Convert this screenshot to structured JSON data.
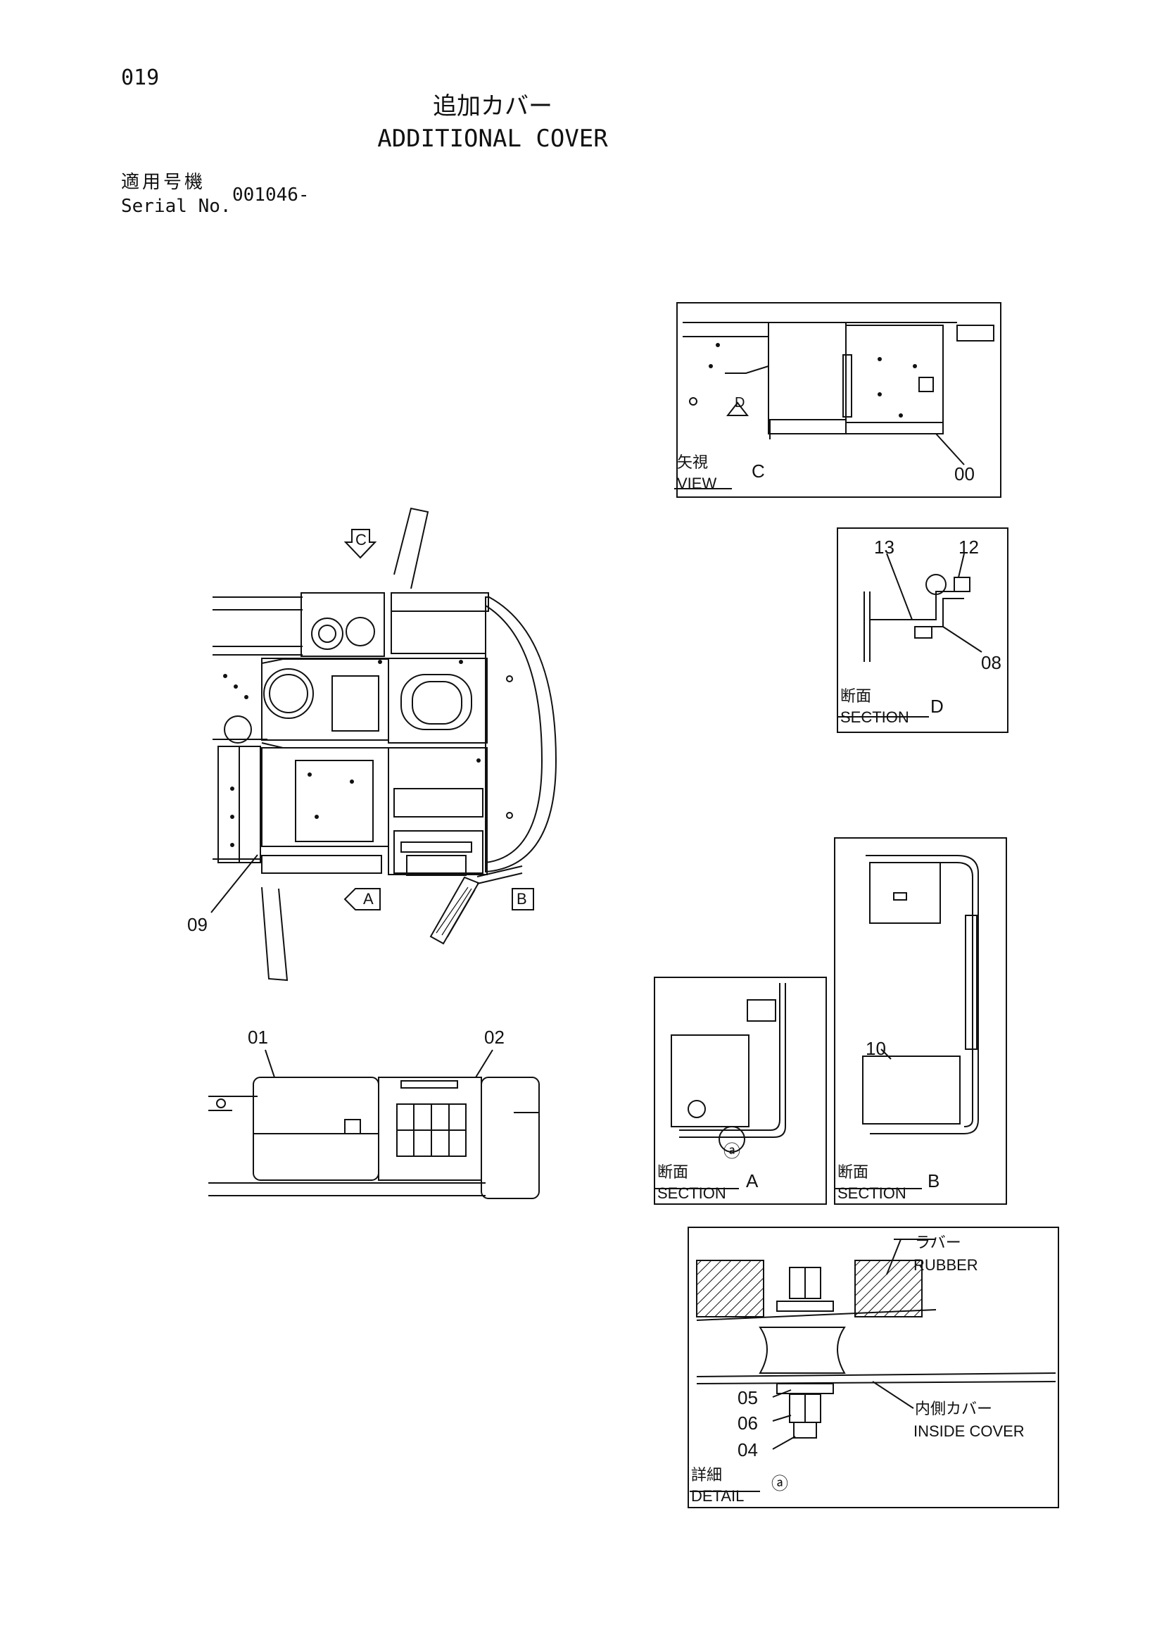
{
  "header": {
    "page_number": "019",
    "title_jp": "追加カバー",
    "title_en": "ADDITIONAL COVER",
    "serial_label_jp": "適用号機",
    "serial_label_en": "Serial No.",
    "serial_value": "001046-"
  },
  "main_view": {
    "view_marker_c": "C",
    "section_marker_a": "A",
    "section_marker_b": "B",
    "part_09": "09"
  },
  "side_view": {
    "part_01": "01",
    "part_02": "02"
  },
  "view_c": {
    "caption_jp": "矢視",
    "caption_en": "VIEW",
    "letter": "C",
    "section_marker_d": "D",
    "part_00": "00"
  },
  "section_d": {
    "caption_jp": "断面",
    "caption_en": "SECTION",
    "letter": "D",
    "part_13": "13",
    "part_12": "12",
    "part_08": "08"
  },
  "section_a": {
    "caption_jp": "断面",
    "caption_en": "SECTION",
    "letter": "A",
    "detail_marker": "ⓐ"
  },
  "section_b": {
    "caption_jp": "断面",
    "caption_en": "SECTION",
    "letter": "B",
    "part_10": "10"
  },
  "detail_a": {
    "caption_jp": "詳細",
    "caption_en": "DETAIL",
    "letter": "ⓐ",
    "rubber_jp": "ラバー",
    "rubber_en": "RUBBER",
    "inside_cover_jp": "内側カバー",
    "inside_cover_en": "INSIDE COVER",
    "part_05": "05",
    "part_06": "06",
    "part_04": "04"
  }
}
